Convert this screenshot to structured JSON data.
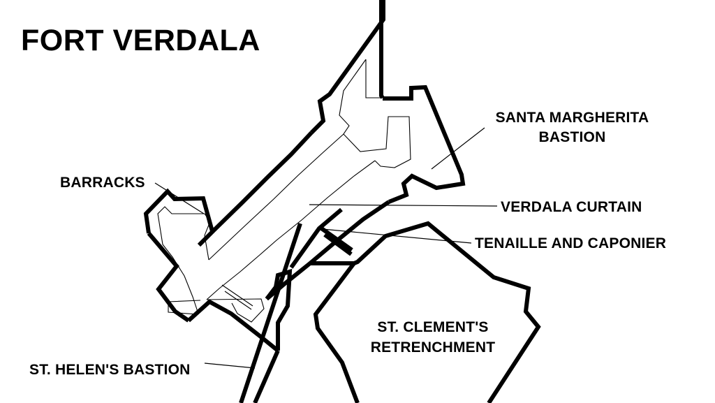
{
  "diagram": {
    "title": "FORT VERDALA",
    "background_color": "#ffffff",
    "line_color": "#000000",
    "labels": {
      "barracks": "BARRACKS",
      "santa_margherita_line1": "SANTA MARGHERITA",
      "santa_margherita_line2": "BASTION",
      "verdala_curtain": "VERDALA CURTAIN",
      "tenaille_and_caponier": "TENAILLE AND CAPONIER",
      "st_clements_line1": "ST. CLEMENT'S",
      "st_clements_line2": "RETRENCHMENT",
      "st_helens_bastion": "ST. HELEN'S BASTION"
    }
  }
}
